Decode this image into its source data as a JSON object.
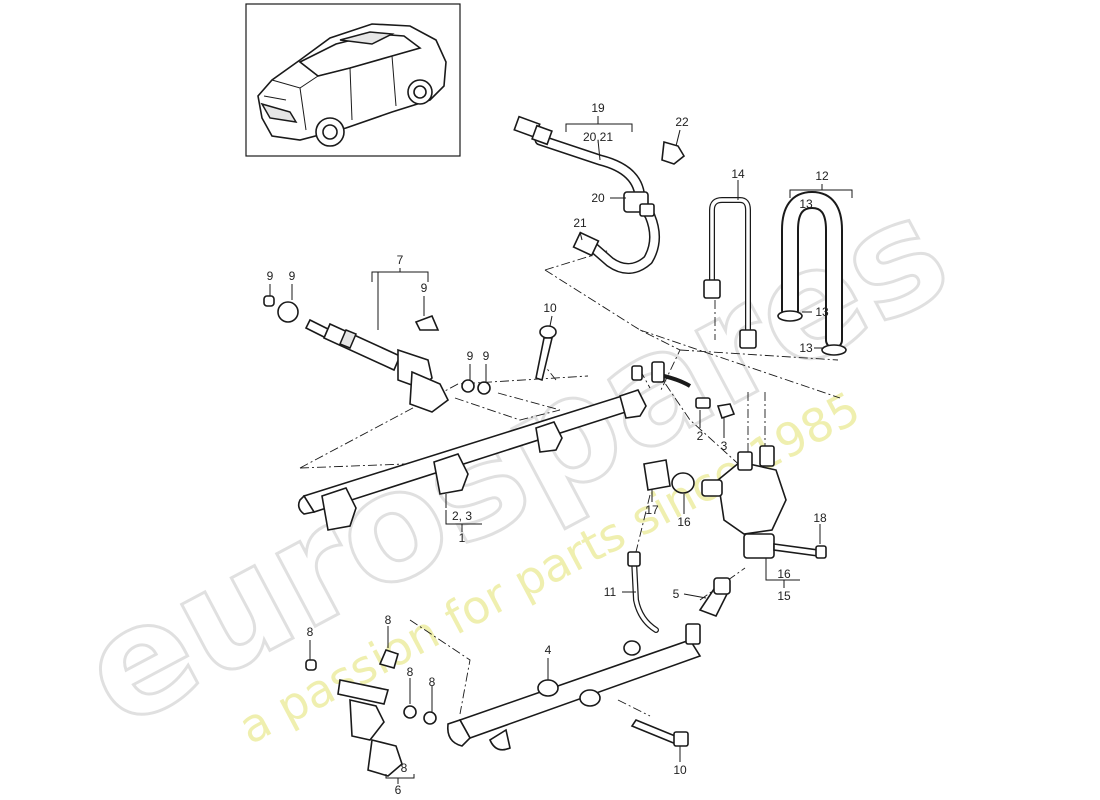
{
  "watermark": {
    "logo": "eurospares",
    "tagline": "a passion for parts since 1985"
  },
  "vehicle_thumbnail": {
    "icon": "suv-vehicle-icon"
  },
  "callouts": {
    "c1": "1",
    "c2_3_rail": "2, 3",
    "c2": "2",
    "c3": "3",
    "c4": "4",
    "c5": "5",
    "c6": "6",
    "c7": "7",
    "c8_group": "8",
    "c8_a": "8",
    "c8_b": "8",
    "c8_c": "8",
    "c8_d": "8",
    "c9_a": "9",
    "c9_b": "9",
    "c9_c": "9",
    "c9_d": "9",
    "c9_e": "9",
    "c10_top": "10",
    "c10_bottom": "10",
    "c11": "11",
    "c12": "12",
    "c13_group": "13",
    "c13_a": "13",
    "c13_b": "13",
    "c14": "14",
    "c15": "15",
    "c16_group": "16",
    "c16": "16",
    "c17": "17",
    "c18": "18",
    "c19": "19",
    "c20_21": "20,21",
    "c20": "20",
    "c21": "21",
    "c22": "22"
  }
}
